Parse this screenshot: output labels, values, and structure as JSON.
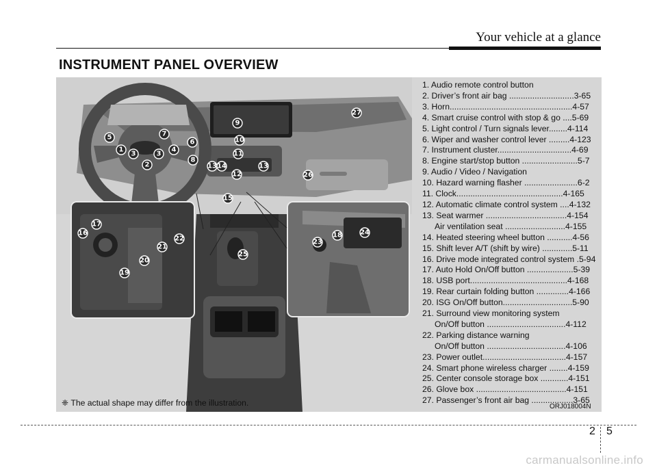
{
  "header": {
    "title": "Your vehicle at a glance"
  },
  "page_heading": "INSTRUMENT PANEL OVERVIEW",
  "callouts": [
    "1",
    "2",
    "3",
    "3",
    "4",
    "5",
    "6",
    "7",
    "8",
    "9",
    "10",
    "11",
    "12",
    "13",
    "14",
    "13",
    "15",
    "16",
    "17",
    "19",
    "20",
    "21",
    "22",
    "23",
    "18",
    "24",
    "25",
    "26",
    "27"
  ],
  "legend": {
    "items": [
      {
        "text": "1. Audio remote control button"
      },
      {
        "text": "2. Driver’s front air bag ............................3-65"
      },
      {
        "text": "3. Horn.....................................................4-57"
      },
      {
        "text": "4. Smart cruise control with stop & go ....5-69"
      },
      {
        "text": "5. Light control / Turn signals lever........4-114"
      },
      {
        "text": "6. Wiper and washer control lever .........4-123"
      },
      {
        "text": "7. Instrument cluster................................4-69"
      },
      {
        "text": "8. Engine start/stop button ........................5-7"
      },
      {
        "text": "9. Audio / Video / Navigation"
      },
      {
        "text": "10. Hazard warning flasher .......................6-2"
      },
      {
        "text": "11. Clock..............................................4-165"
      },
      {
        "text": "12. Automatic climate control system ....4-132"
      },
      {
        "text": "13. Seat warmer ...................................4-154"
      },
      {
        "text": "Air ventilation seat ..........................4-155",
        "sub": true
      },
      {
        "text": "14. Heated steering wheel button ...........4-56"
      },
      {
        "text": "15. Shift lever A/T (shift by wire) .............5-11"
      },
      {
        "text": "16. Drive mode integrated control system .5-94"
      },
      {
        "text": "17. Auto Hold On/Off button ....................5-39"
      },
      {
        "text": "18. USB port..........................................4-168"
      },
      {
        "text": "19. Rear curtain folding button ..............4-166"
      },
      {
        "text": "20. ISG On/Off button..............................5-90"
      },
      {
        "text": "21. Surround view monitoring system"
      },
      {
        "text": "On/Off button ..................................4-112",
        "sub": true
      },
      {
        "text": "22. Parking distance warning"
      },
      {
        "text": "On/Off button ..................................4-106",
        "sub": true
      },
      {
        "text": "23. Power outlet....................................4-157"
      },
      {
        "text": "24. Smart phone wireless charger ........4-159"
      },
      {
        "text": "25. Center console storage box ............4-151"
      },
      {
        "text": "26. Glove box .......................................4-151"
      },
      {
        "text": "27. Passenger’s front air bag ..................3-65"
      }
    ]
  },
  "note": "❈ The actual shape may differ from the illustration.",
  "figure_ref": "ORJ018004N",
  "page_number": {
    "chapter": "2",
    "page": "5"
  },
  "watermark": "carmanualsonline.info",
  "colors": {
    "panel_bg": "#d6d6d6",
    "callout_fill": "#2a2a2a"
  }
}
